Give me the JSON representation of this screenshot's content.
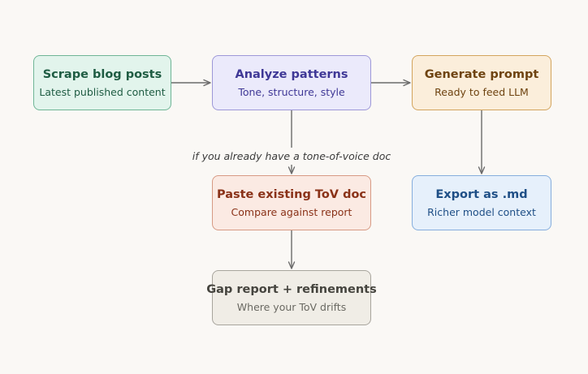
{
  "nodes": {
    "scrape": {
      "title": "Scrape blog posts",
      "subtitle": "Latest published content"
    },
    "analyze": {
      "title": "Analyze patterns",
      "subtitle": "Tone, structure, style"
    },
    "generate": {
      "title": "Generate prompt",
      "subtitle": "Ready to feed LLM"
    },
    "paste": {
      "title": "Paste existing ToV doc",
      "subtitle": "Compare against report"
    },
    "export": {
      "title": "Export as .md",
      "subtitle": "Richer model context"
    },
    "gap": {
      "title": "Gap report + refinements",
      "subtitle": "Where your ToV drifts"
    }
  },
  "edge_label": "if you already have a tone-of-voice doc",
  "colors": {
    "background": "#faf8f5",
    "arrow": "#6b6b6b"
  }
}
